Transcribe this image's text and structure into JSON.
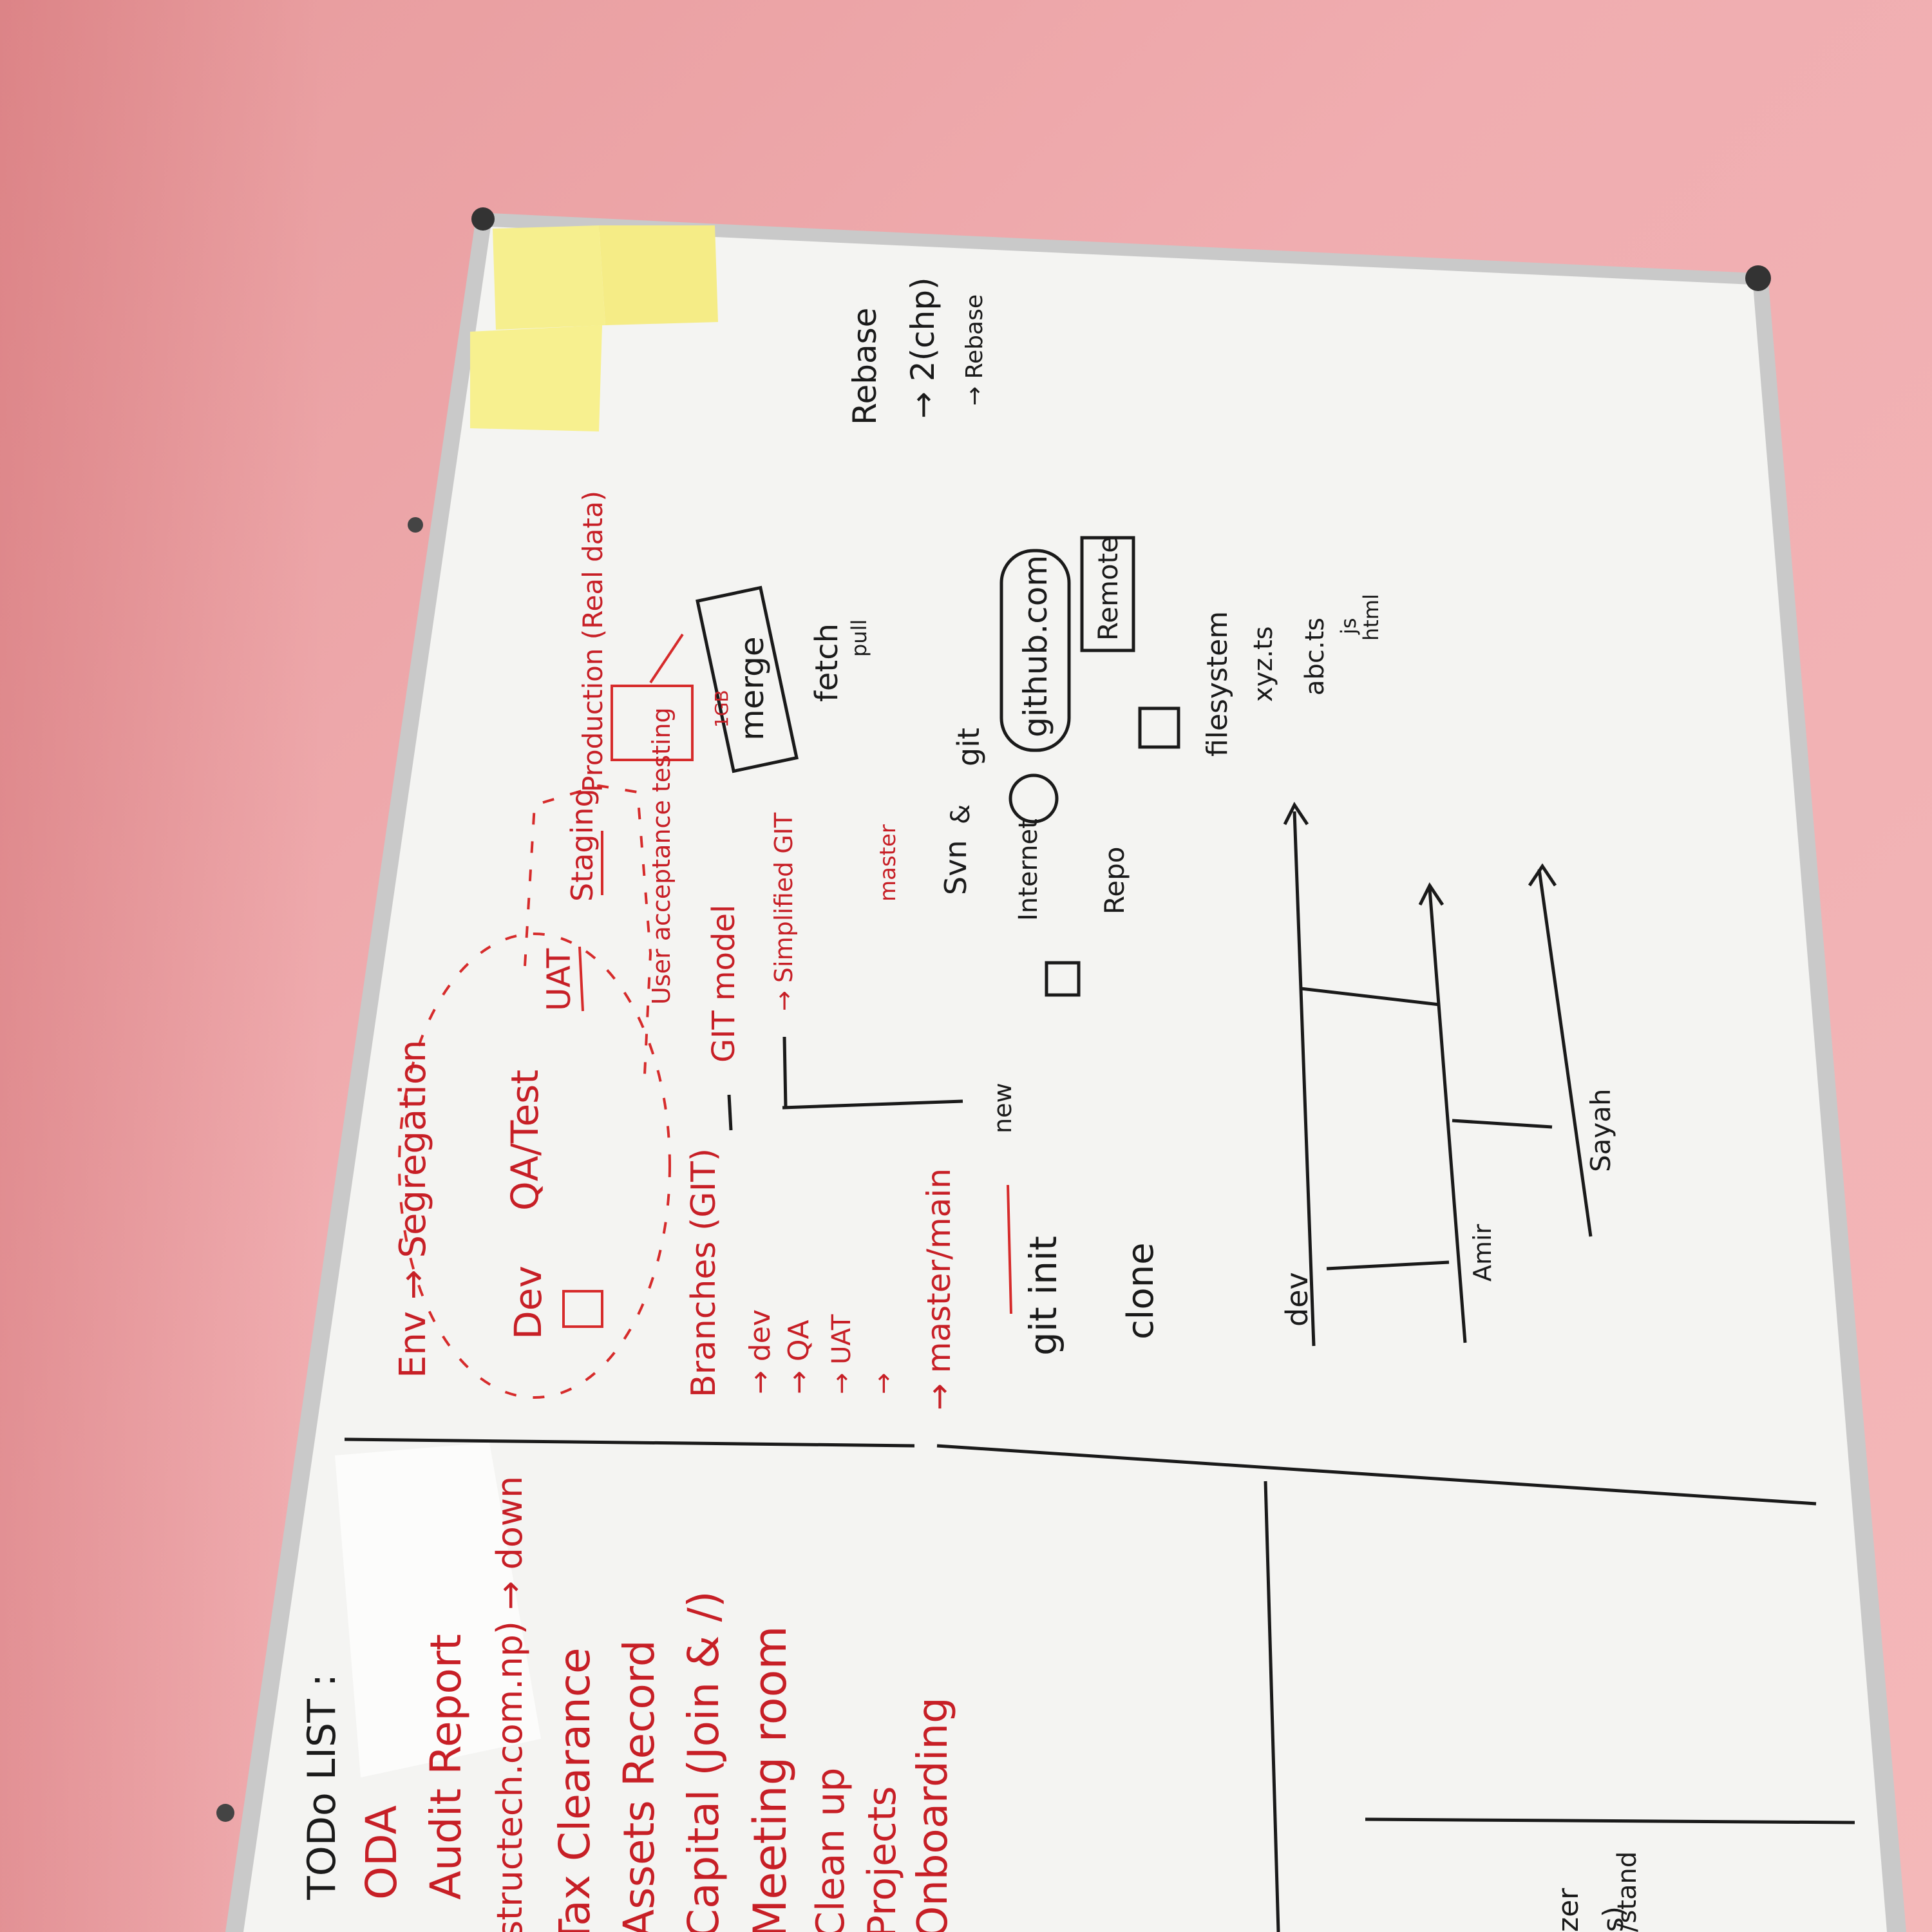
{
  "todo": {
    "heading": "TODo LIST :",
    "items": [
      "ODA",
      "Audit Report",
      "structech.com.np) → down",
      "Tax Clearance",
      "Assets Record",
      "Capital (Join & /)",
      "Meeting room",
      "Clean up",
      "Projects",
      "Onboarding"
    ]
  },
  "env": {
    "heading": "Env → Segregation",
    "stages": [
      "Dev",
      "QA/Test",
      "UAT",
      "Staging",
      "Production (Real data)"
    ],
    "uat_note": "User acceptance testing",
    "prod_note": "1GB"
  },
  "git": {
    "branches_heading": "Branches (GIT)",
    "branches": [
      "→ dev",
      "→ QA",
      "→ UAT",
      "→",
      "→ master/main"
    ],
    "model": "GIT model",
    "model_note": "→ Simplified GIT",
    "master": "master",
    "new": "new",
    "commands": [
      "git init",
      "clone"
    ],
    "merge": "merge",
    "fetch": "fetch",
    "pull": "pull",
    "svn": "Svn",
    "and": "&",
    "git_word": "git",
    "internet": "Internet",
    "repo": "Repo",
    "github": "github.com",
    "remote": "Remote",
    "filesystem": "filesystem",
    "files": [
      "xyz.ts",
      "abc.ts",
      "js",
      "html"
    ],
    "rebase": "Rebase",
    "rebase_items": [
      "→ 2(chp)",
      "→ Rebase"
    ],
    "lanes": [
      "dev",
      "Amir",
      "Sayah"
    ]
  },
  "bottom_right": {
    "fragments": [
      "zer",
      "s)",
      "/stand"
    ]
  }
}
